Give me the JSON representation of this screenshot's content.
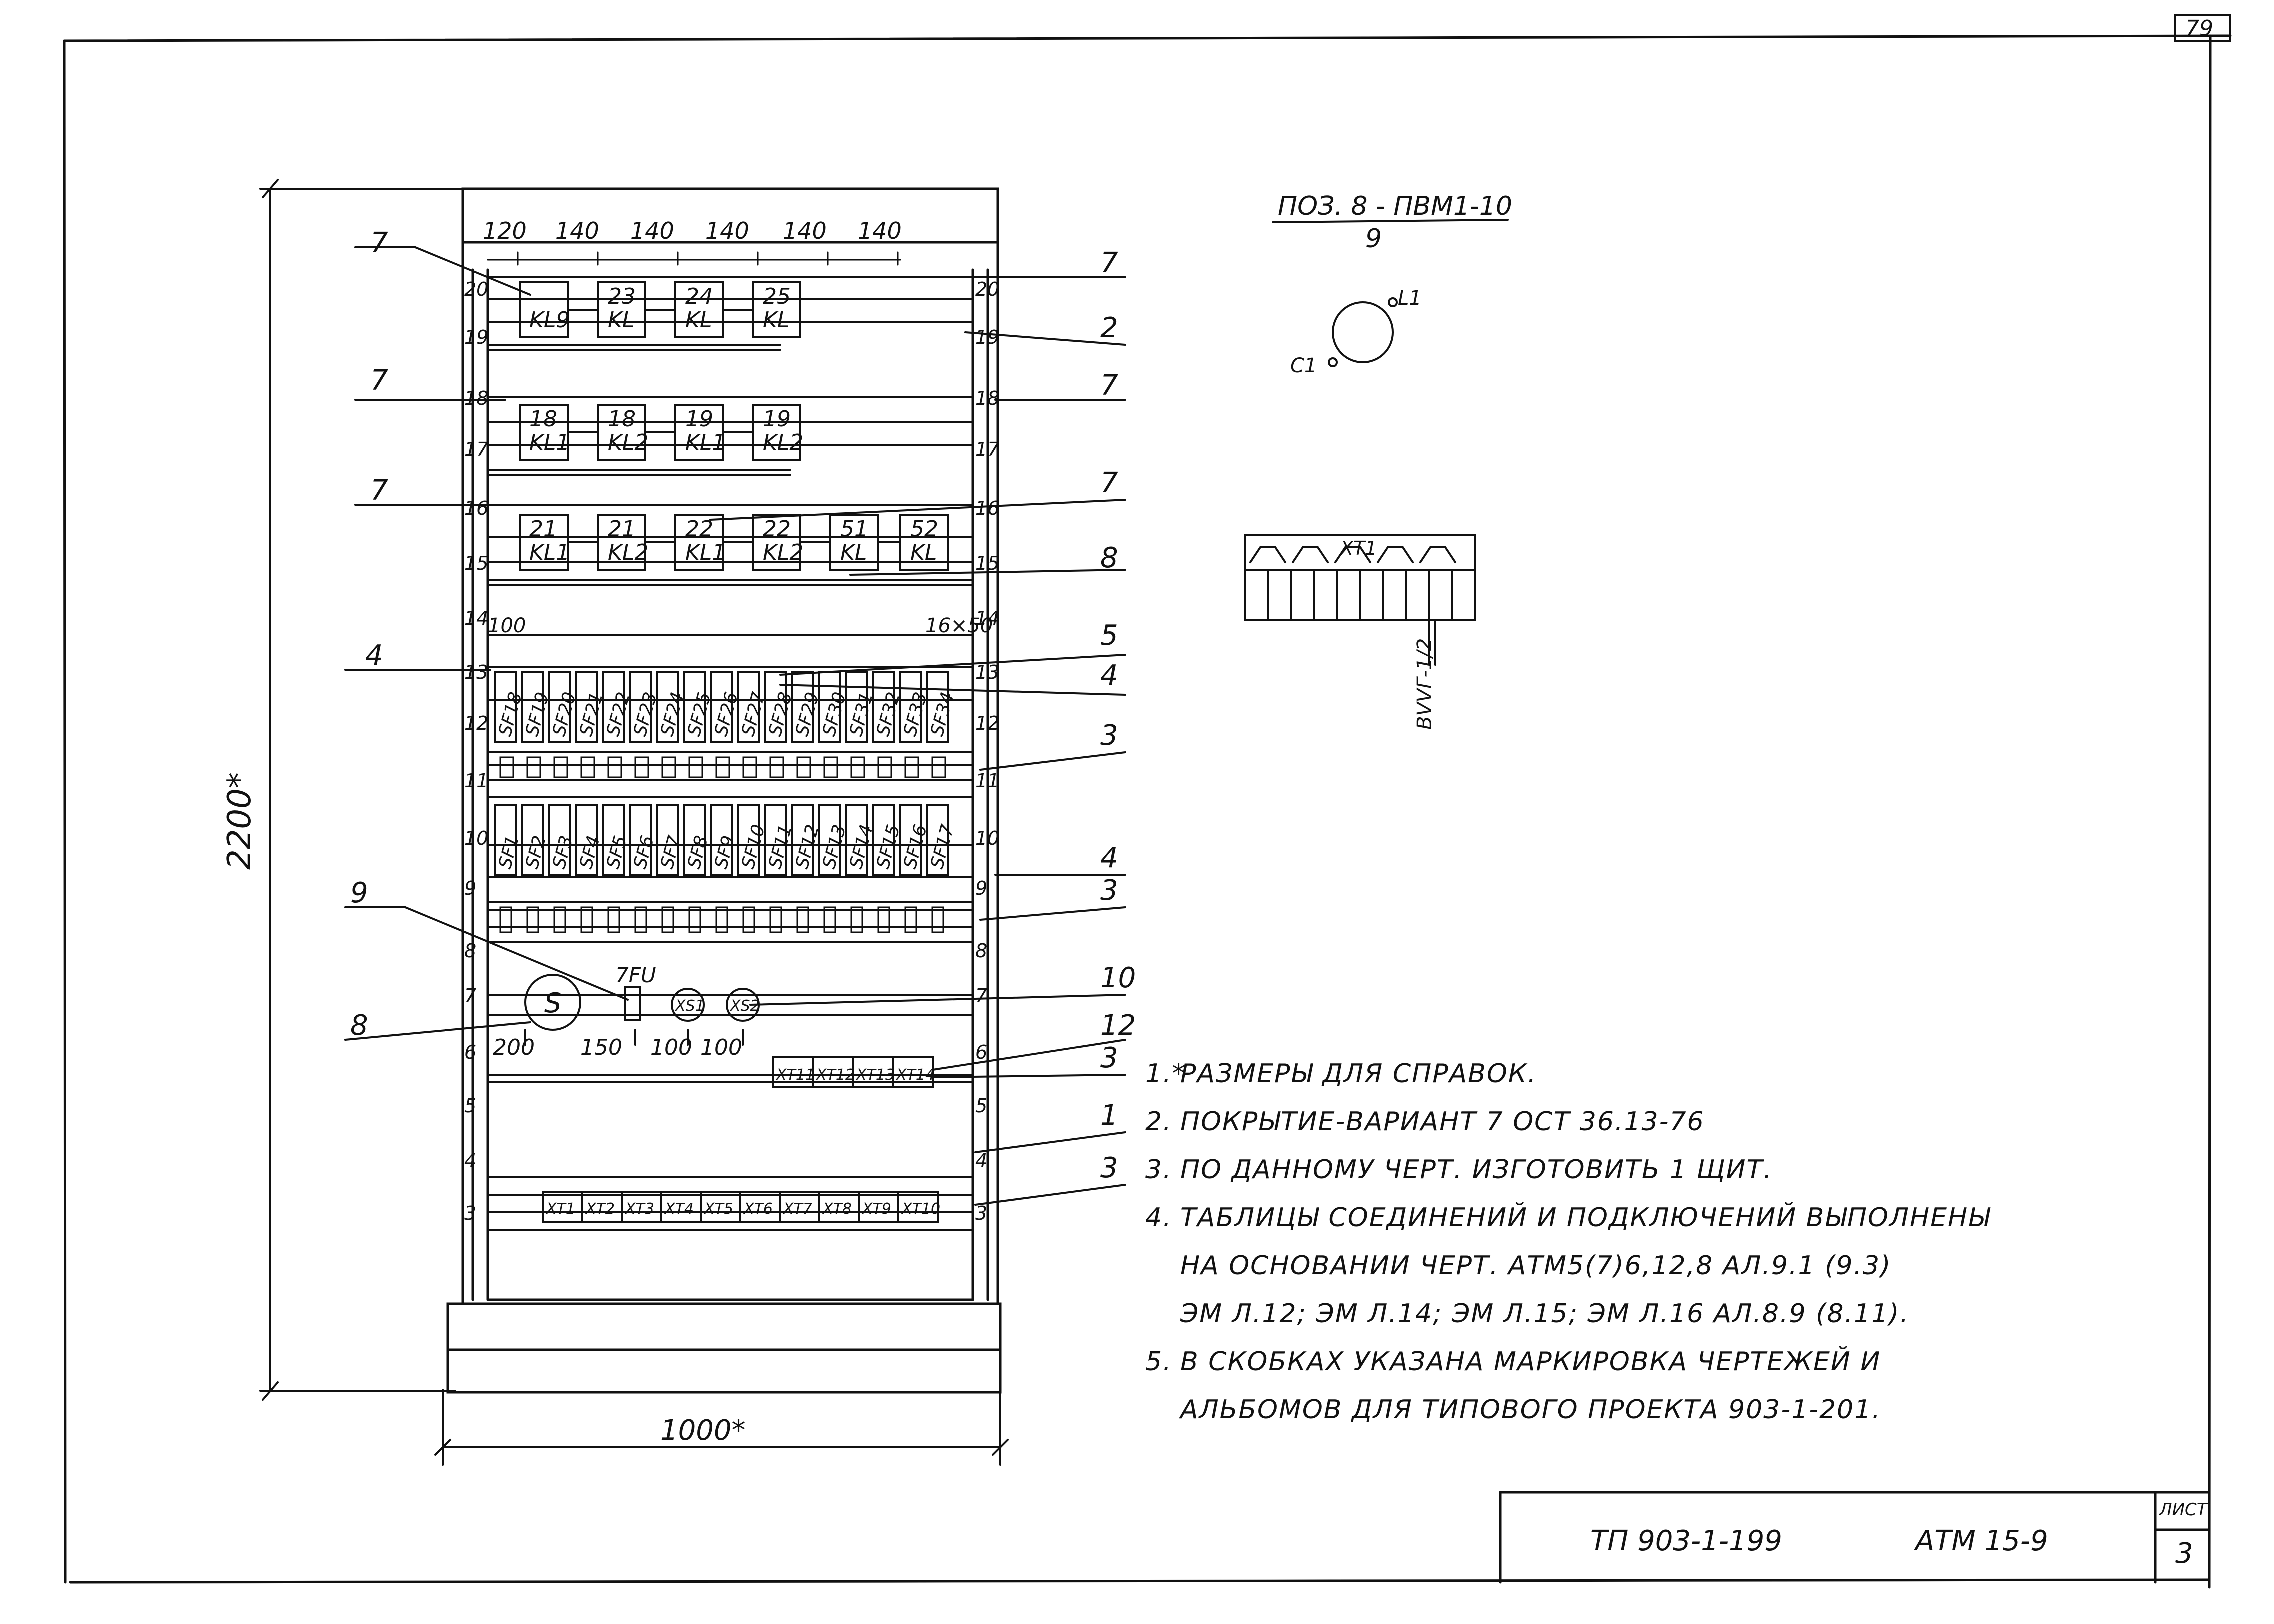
{
  "page_number": "79",
  "title_block": {
    "project": "ТП 903-1-199",
    "drawing": "АТМ 15-9",
    "sheet_label": "ЛИСТ",
    "sheet": "3"
  },
  "device": {
    "position_label": "ПОЗ. 8 - ПВМ1-10",
    "position_sub": "9",
    "terminal_l1": "L1",
    "terminal_c1": "C1",
    "terminal_block": "XT1",
    "cable_label": "BVVГ-1/2"
  },
  "cabinet": {
    "height_dim": "2200*",
    "width_dim": "1000*",
    "top_dims": [
      "120",
      "140",
      "140",
      "140",
      "140",
      "140"
    ],
    "row_numbers": [
      "20",
      "19",
      "18",
      "17",
      "16",
      "15",
      "14",
      "13",
      "12",
      "11",
      "10",
      "9",
      "8",
      "7",
      "6",
      "5",
      "4",
      "3"
    ],
    "relay_row_1": [
      {
        "top": "",
        "bottom": "KL9"
      },
      {
        "top": "23",
        "bottom": "KL"
      },
      {
        "top": "24",
        "bottom": "KL"
      },
      {
        "top": "25",
        "bottom": "KL"
      }
    ],
    "relay_row_2": [
      {
        "top": "18",
        "bottom": "KL1"
      },
      {
        "top": "18",
        "bottom": "KL2"
      },
      {
        "top": "19",
        "bottom": "KL1"
      },
      {
        "top": "19",
        "bottom": "KL2"
      }
    ],
    "relay_row_3": [
      {
        "top": "21",
        "bottom": "KL1"
      },
      {
        "top": "21",
        "bottom": "KL2"
      },
      {
        "top": "22",
        "bottom": "KL1"
      },
      {
        "top": "22",
        "bottom": "KL2"
      },
      {
        "top": "51",
        "bottom": "KL"
      },
      {
        "top": "52",
        "bottom": "KL"
      }
    ],
    "breaker_dim_left": "100",
    "breaker_dim_right": "16×50",
    "breakers_upper": [
      "SF18",
      "SF19",
      "SF20",
      "SF21",
      "SF22",
      "SF23",
      "SF24",
      "SF25",
      "SF26",
      "SF27",
      "SF28",
      "SF29",
      "SF30",
      "SF31",
      "SF32",
      "SF33",
      "SF34"
    ],
    "breakers_lower": [
      "SF1",
      "SF2",
      "SF3",
      "SF4",
      "SF5",
      "SF6",
      "SF7",
      "SF8",
      "SF9",
      "SF10",
      "SF11",
      "SF12",
      "SF13",
      "SF14",
      "SF15",
      "SF16",
      "SF17"
    ],
    "switch_label": "S",
    "fuse_label": "7FU",
    "socket_labels": [
      "XS1",
      "XS2"
    ],
    "row6_dims": [
      "200",
      "150",
      "100",
      "100"
    ],
    "terminals_upper": [
      "XT11",
      "XT12",
      "XT13",
      "XT14"
    ],
    "terminals_lower": [
      "XT1",
      "XT2",
      "XT3",
      "XT4",
      "XT5",
      "XT6",
      "XT7",
      "XT8",
      "XT9",
      "XT10"
    ]
  },
  "callouts_left": [
    "7",
    "7",
    "7",
    "4",
    "9",
    "8"
  ],
  "callouts_right": [
    "7",
    "2",
    "7",
    "7",
    "8",
    "5",
    "4",
    "3",
    "4",
    "3",
    "10",
    "12",
    "3",
    "1",
    "3"
  ],
  "notes": [
    {
      "num": "1.*",
      "lines": [
        "РАЗМЕРЫ ДЛЯ СПРАВОК."
      ]
    },
    {
      "num": "2.",
      "lines": [
        "ПОКРЫТИЕ-ВАРИАНТ 7 ОСТ 36.13-76"
      ]
    },
    {
      "num": "3.",
      "lines": [
        "ПО ДАННОМУ ЧЕРТ. ИЗГОТОВИТЬ 1 ЩИТ."
      ]
    },
    {
      "num": "4.",
      "lines": [
        "ТАБЛИЦЫ СОЕДИНЕНИЙ И ПОДКЛЮЧЕНИЙ ВЫПОЛНЕНЫ",
        "НА ОСНОВАНИИ ЧЕРТ. АТМ5(7)6,12,8 АЛ.9.1 (9.3)",
        "ЭМ Л.12; ЭМ Л.14; ЭМ Л.15; ЭМ Л.16 АЛ.8.9 (8.11)."
      ]
    },
    {
      "num": "5.",
      "lines": [
        "В СКОБКАХ УКАЗАНА МАРКИРОВКА ЧЕРТЕЖЕЙ И",
        "АЛЬБОМОВ ДЛЯ ТИПОВОГО ПРОЕКТА 903-1-201."
      ]
    }
  ]
}
